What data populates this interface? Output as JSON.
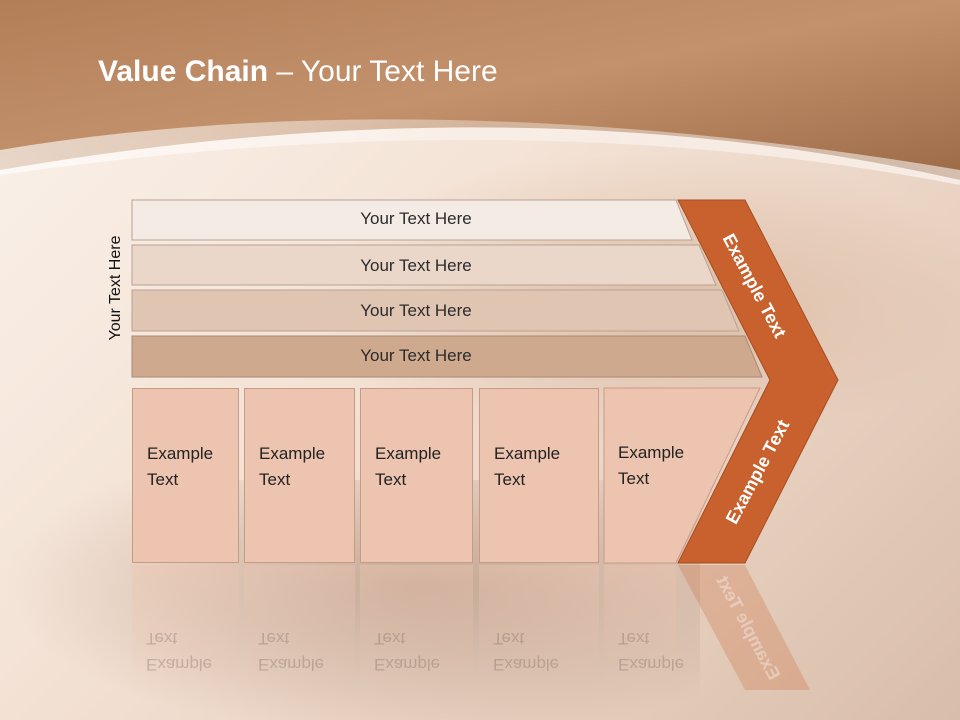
{
  "slide": {
    "title_bold": "Value Chain",
    "title_rest": " – Your Text Here",
    "vertical_label": "Your Text Here"
  },
  "support_bars": [
    {
      "label": "Your Text Here"
    },
    {
      "label": "Your Text Here"
    },
    {
      "label": "Your Text Here"
    },
    {
      "label": "Your Text Here"
    }
  ],
  "primary_boxes": [
    {
      "line1": "Example",
      "line2": "Text"
    },
    {
      "line1": "Example",
      "line2": "Text"
    },
    {
      "line1": "Example",
      "line2": "Text"
    },
    {
      "line1": "Example",
      "line2": "Text"
    },
    {
      "line1": "Example",
      "line2": "Text"
    }
  ],
  "arrow": {
    "top_label": "Example Text",
    "bottom_label": "Example Text"
  },
  "colors": {
    "header_brown": "#a06c45",
    "arrow_orange": "#c8612d",
    "box_fill": "#ecc4b0"
  }
}
